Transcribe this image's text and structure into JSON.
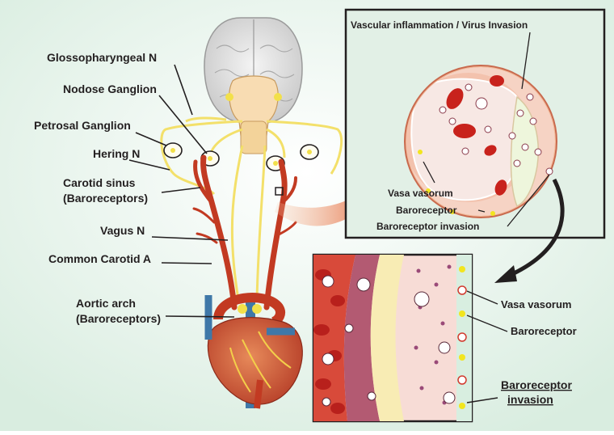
{
  "labels": {
    "glossopharyngeal": "Glossopharyngeal N",
    "nodose": "Nodose Ganglion",
    "petrosal": "Petrosal Ganglion",
    "hering": "Hering N",
    "carotid_sinus_1": "Carotid sinus",
    "carotid_sinus_2": "(Baroreceptors)",
    "vagus": "Vagus N",
    "common_carotid": "Common Carotid A",
    "aortic_arch_1": "Aortic arch",
    "aortic_arch_2": "(Baroreceptors)"
  },
  "inset_top": {
    "title": "Vascular inflammation / Virus Invasion",
    "vasa_vasorum": "Vasa vasorum",
    "baroreceptor": "Baroreceptor",
    "baroreceptor_invasion": "Baroreceptor invasion"
  },
  "inset_bottom": {
    "vasa_vasorum": "Vasa vasorum",
    "baroreceptor": "Baroreceptor",
    "baroreceptor_invasion_1": "Baroreceptor",
    "baroreceptor_invasion_2": "invasion"
  },
  "colors": {
    "background": "#e3f1e6",
    "nerve": "#f5e27a",
    "artery": "#c23a22",
    "vein": "#3f78a8",
    "tissue_pink": "#f3cfc8",
    "rbc": "#c8221c",
    "baroreceptor_dot": "#f2e51e",
    "vasa_ring": "#d23a2e"
  }
}
